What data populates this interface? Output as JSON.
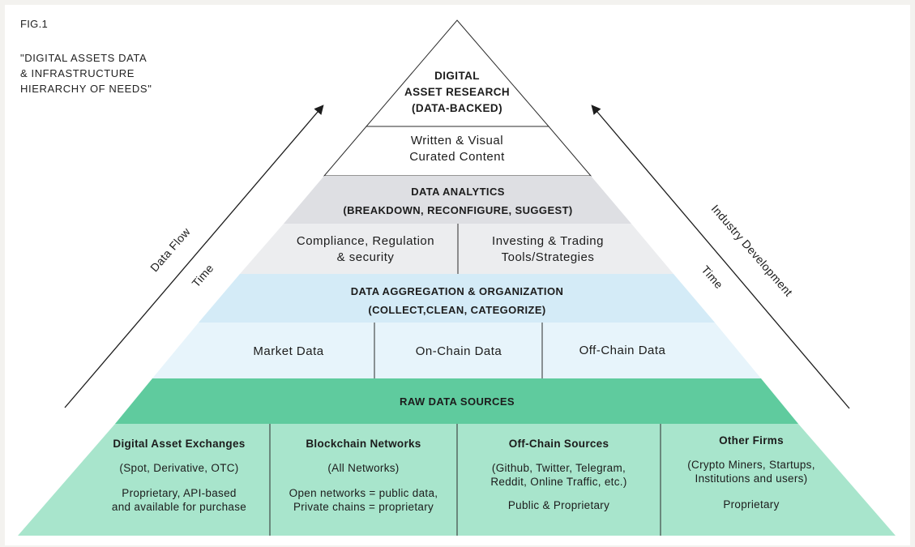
{
  "figure": {
    "number": "FIG.1",
    "caption": [
      "\"DIGITAL ASSETS DATA",
      "& INFRASTRUCTURE",
      "HIERARCHY OF NEEDS\""
    ]
  },
  "arrows": {
    "left": {
      "label_1": "Data Flow",
      "label_2": "Time"
    },
    "right": {
      "label_1": "Industry Development",
      "label_2": "Time"
    }
  },
  "levels": {
    "research": {
      "lines": [
        "DIGITAL",
        "ASSET RESEARCH",
        "(DATA-BACKED)"
      ]
    },
    "content": {
      "lines": [
        "Written & Visual",
        "Curated Content"
      ]
    },
    "analytics": {
      "lines": [
        "DATA ANALYTICS",
        "(BREAKDOWN, RECONFIGURE, SUGGEST)"
      ]
    },
    "analytics_tools": [
      {
        "lines": [
          "Compliance, Regulation",
          "& security"
        ]
      },
      {
        "lines": [
          "Investing & Trading",
          "Tools/Strategies"
        ]
      }
    ],
    "aggregation": {
      "lines": [
        "DATA AGGREGATION & ORGANIZATION",
        "(COLLECT,CLEAN, CATEGORIZE)"
      ]
    },
    "data_types": [
      "Market Data",
      "On-Chain Data",
      "Off-Chain Data"
    ],
    "raw": {
      "title": "RAW DATA SOURCES"
    },
    "sources": [
      {
        "title": "Digital Asset Exchanges",
        "sub": "(Spot, Derivative, OTC)",
        "note": [
          "Proprietary, API-based",
          "and available for purchase"
        ]
      },
      {
        "title": "Blockchain Networks",
        "sub": "(All Networks)",
        "note": [
          "Open networks = public data,",
          "Private chains = proprietary"
        ]
      },
      {
        "title": "Off-Chain Sources",
        "sub": [
          "(Github, Twitter, Telegram,",
          "Reddit,  Online Traffic,  etc.)"
        ],
        "note": "Public & Proprietary"
      },
      {
        "title": "Other Firms",
        "sub": [
          "(Crypto Miners, Startups,",
          "Institutions and users)"
        ],
        "note": "Proprietary"
      }
    ]
  },
  "colors": {
    "white_band": "#ffffff",
    "analytics_dark": "#dedfe3",
    "analytics_light": "#ecedef",
    "aggregation_dark": "#d4ebf7",
    "aggregation_light": "#e7f4fb",
    "raw_dark": "#5fcb9e",
    "raw_light": "#a8e5cc",
    "outline": "#2b2b2b"
  }
}
